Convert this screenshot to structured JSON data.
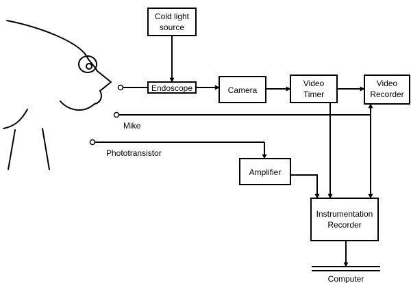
{
  "labels": {
    "cold_light_line1": "Cold light",
    "cold_light_line2": "source",
    "endoscope": "Endoscope",
    "camera": "Camera",
    "video_timer_line1": "Video",
    "video_timer_line2": "Timer",
    "video_recorder_line1": "Video",
    "video_recorder_line2": "Recorder",
    "mike": "Mike",
    "phototransistor": "Phototransistor",
    "amplifier": "Amplifier",
    "instrumentation_line1": "Instrumentation",
    "instrumentation_line2": "Recorder",
    "computer": "Computer"
  }
}
